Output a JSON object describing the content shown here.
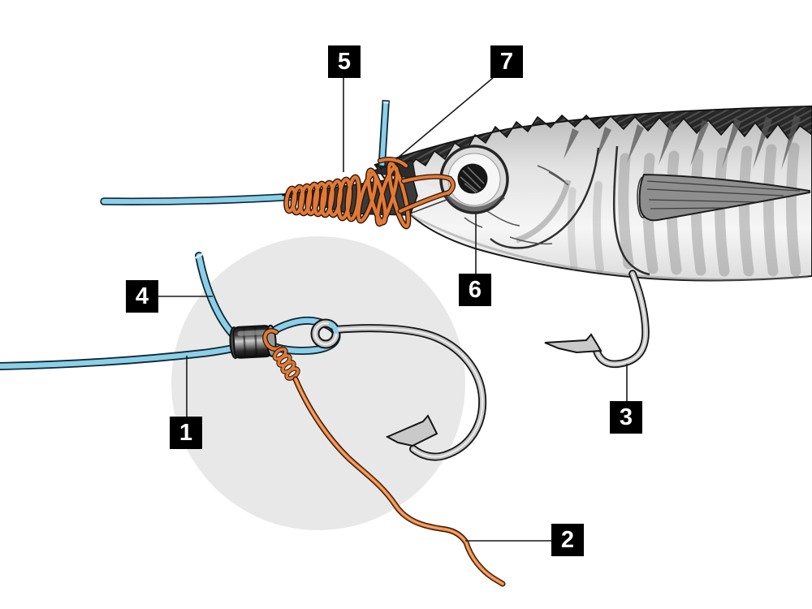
{
  "diagram": {
    "background": "#ffffff",
    "detail_circle_color": "#e8e8e8",
    "colors": {
      "leader_line_blue": "#8ccfe9",
      "copper_wire_orange": "#e07a38",
      "hook_silver": "#c6c6c6",
      "crimp_dark_gray": "#3c3c3c",
      "fish_dark_back": "#2b2b2b",
      "label_background": "#000000",
      "label_text": "#ffffff"
    },
    "callouts": [
      {
        "number": "1"
      },
      {
        "number": "2"
      },
      {
        "number": "3"
      },
      {
        "number": "4"
      },
      {
        "number": "5"
      },
      {
        "number": "6"
      },
      {
        "number": "7"
      }
    ]
  }
}
